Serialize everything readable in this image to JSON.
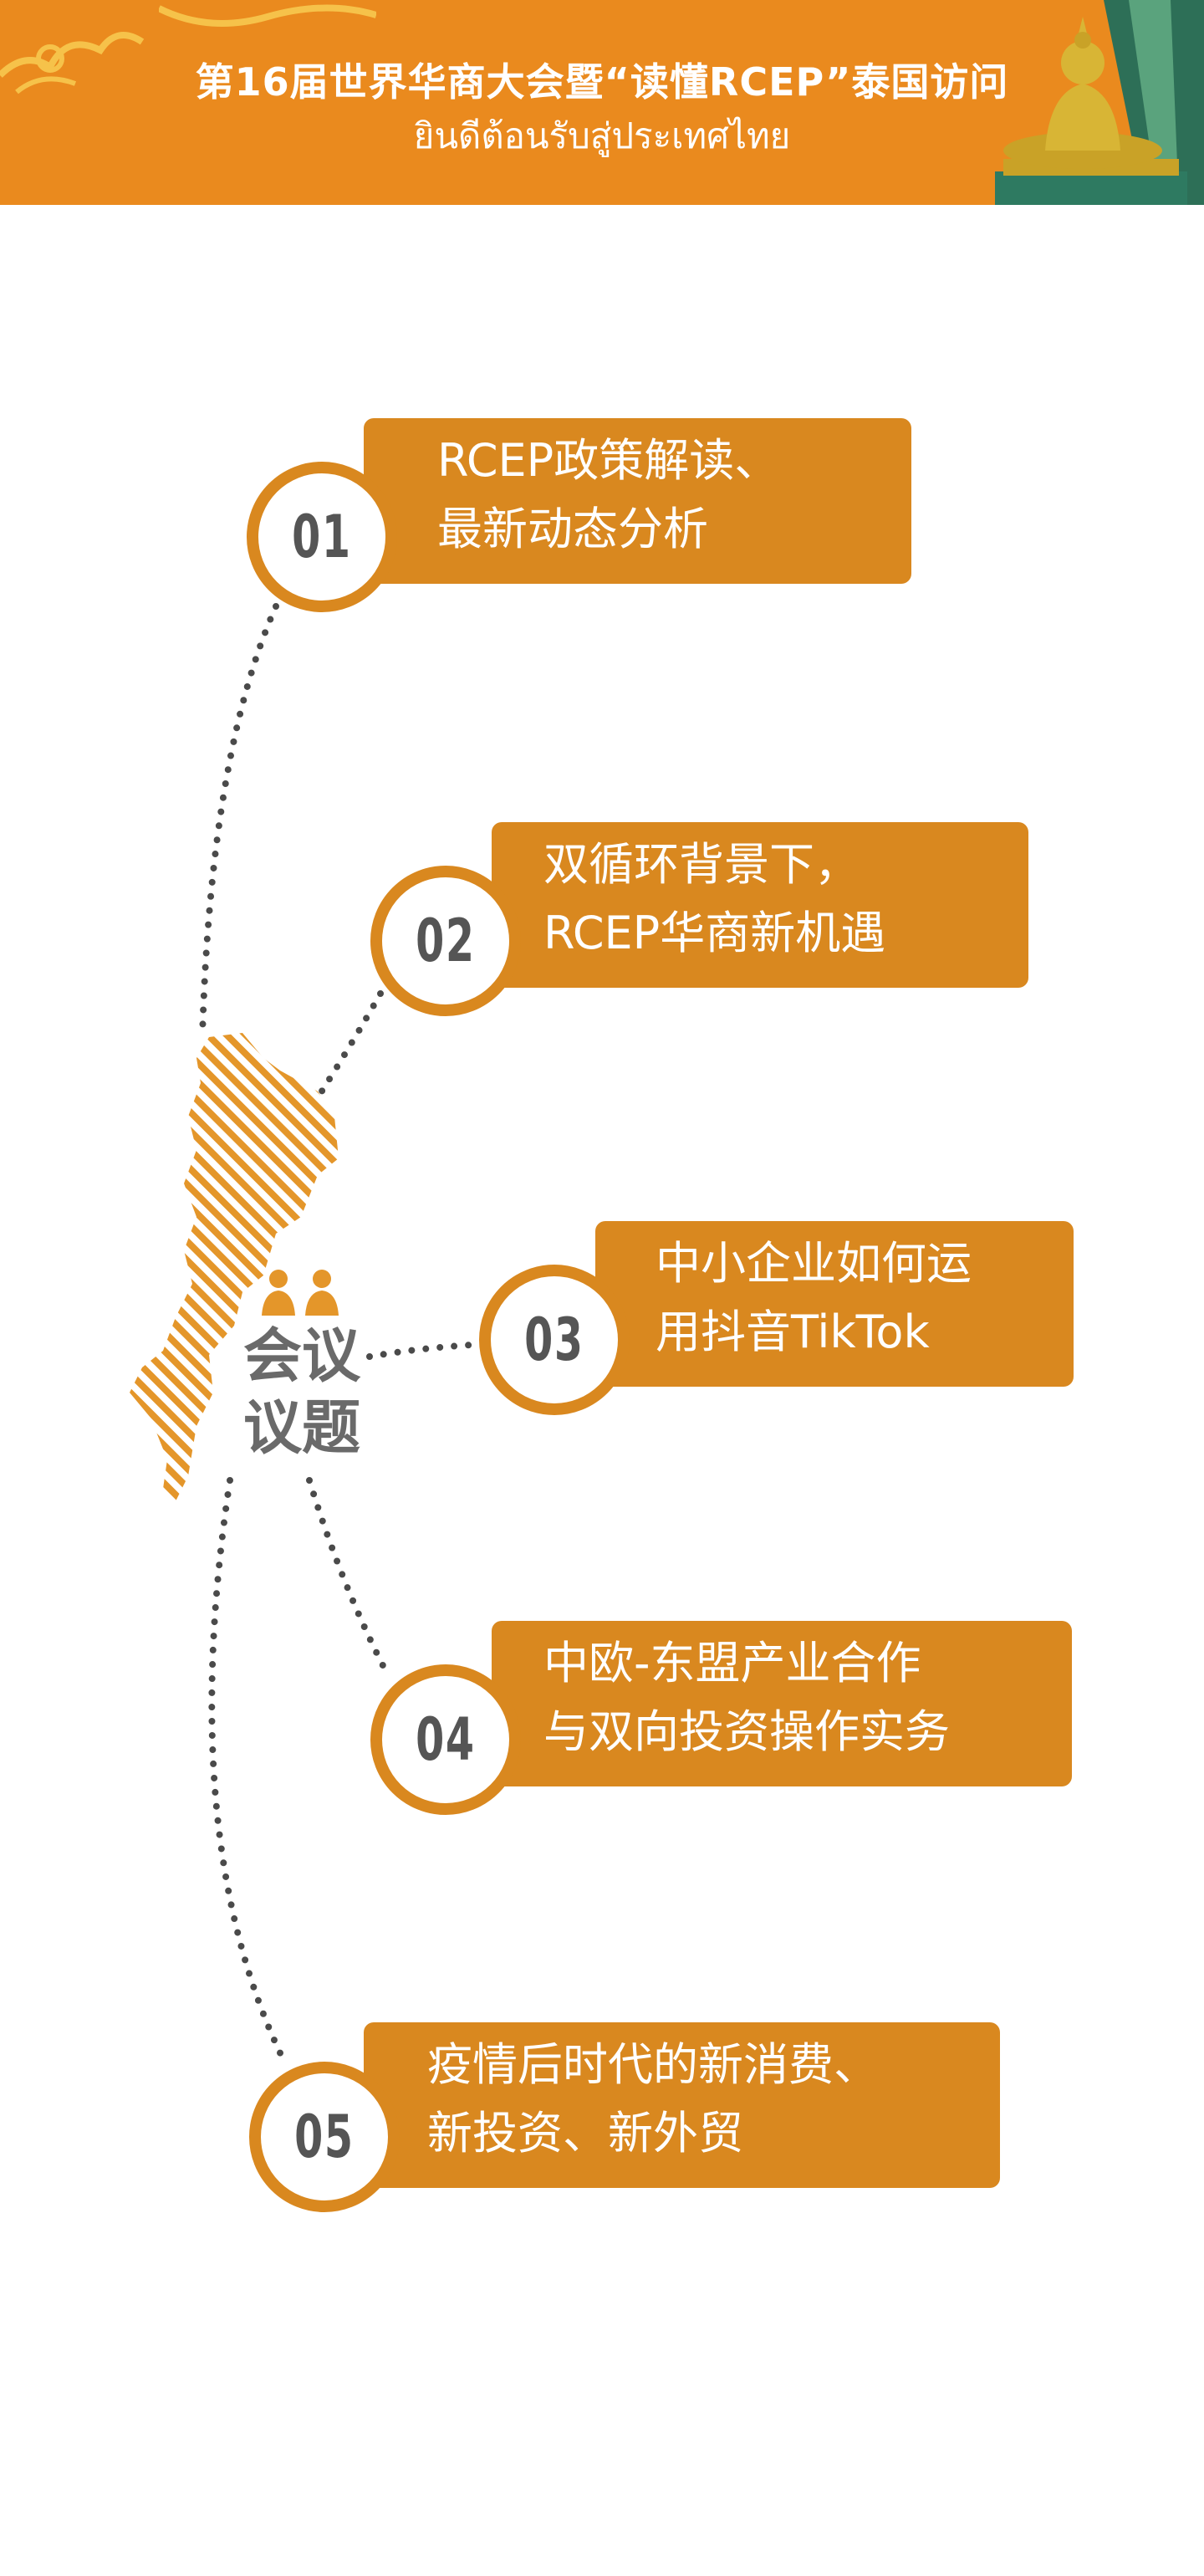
{
  "header": {
    "title": "第16届世界华商大会暨“读懂RCEP”泰国访问",
    "subtitle": "ยินดีต้อนรับสู่ประเทศไทย",
    "background_color": "#ea8a1e"
  },
  "center": {
    "title_line1": "会议",
    "title_line2": "议题",
    "icon": "people-icon",
    "map": "thailand-map-striped"
  },
  "topics": [
    {
      "number": "01",
      "line1": "RCEP政策解读、",
      "line2": "最新动态分析"
    },
    {
      "number": "02",
      "line1": "双循环背景下，",
      "line2": "RCEP华商新机遇"
    },
    {
      "number": "03",
      "line1": "中小企业如何运",
      "line2": "用抖音TikTok"
    },
    {
      "number": "04",
      "line1": "中欧-东盟产业合作",
      "line2": "与双向投资操作实务"
    },
    {
      "number": "05",
      "line1": "疫情后时代的新消费、",
      "line2": "新投资、新外贸"
    }
  ],
  "colors": {
    "accent": "#d9881f",
    "badge_text": "#555555",
    "dots": "#4a4a4a"
  }
}
